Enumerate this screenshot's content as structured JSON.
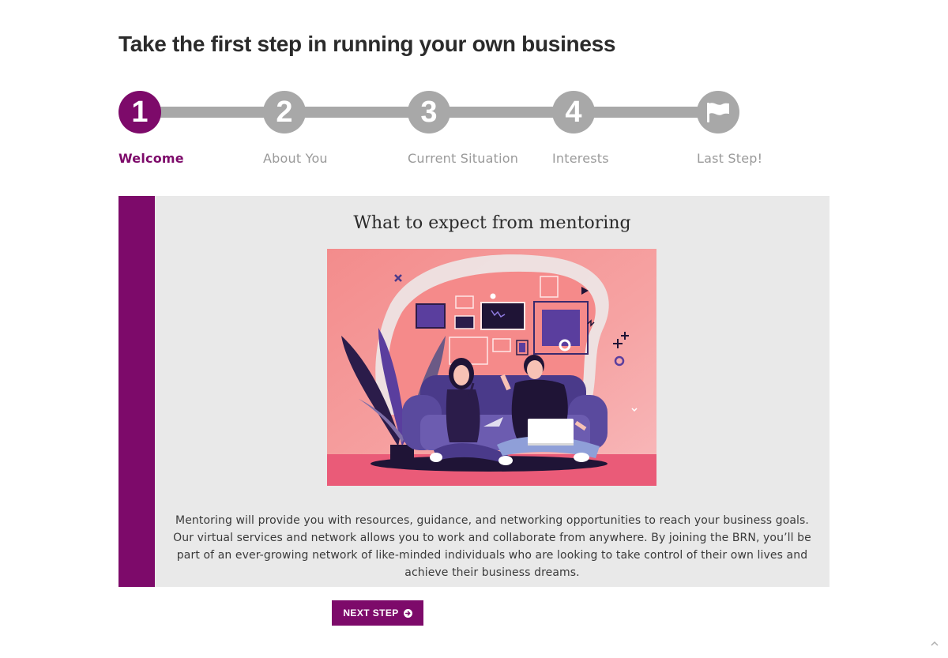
{
  "page": {
    "title": "Take the first step in running your own business"
  },
  "stepper": {
    "steps": [
      {
        "number": "1",
        "label": "Welcome",
        "active": true
      },
      {
        "number": "2",
        "label": "About You",
        "active": false
      },
      {
        "number": "3",
        "label": "Current Situation",
        "active": false
      },
      {
        "number": "4",
        "label": "Interests",
        "active": false
      },
      {
        "number": "",
        "label": "Last Step!",
        "icon": "flag-icon",
        "active": false
      }
    ]
  },
  "card": {
    "heading": "What to expect from mentoring",
    "illustration": "mentoring-illustration",
    "body": "Mentoring will provide you with resources, guidance, and networking opportunities to reach your business goals. Our virtual services and network allows you to work and collaborate from anywhere. By joining the BRN, you’ll be part of an ever-growing network of like-minded individuals who are looking to take control of their own lives and achieve their business dreams."
  },
  "actions": {
    "next_label": "NEXT STEP",
    "next_icon": "arrow-circle-right-icon"
  },
  "colors": {
    "brand": "#7d0a6a",
    "inactive": "#a8a8a8",
    "card_bg": "#e9e9e9"
  }
}
